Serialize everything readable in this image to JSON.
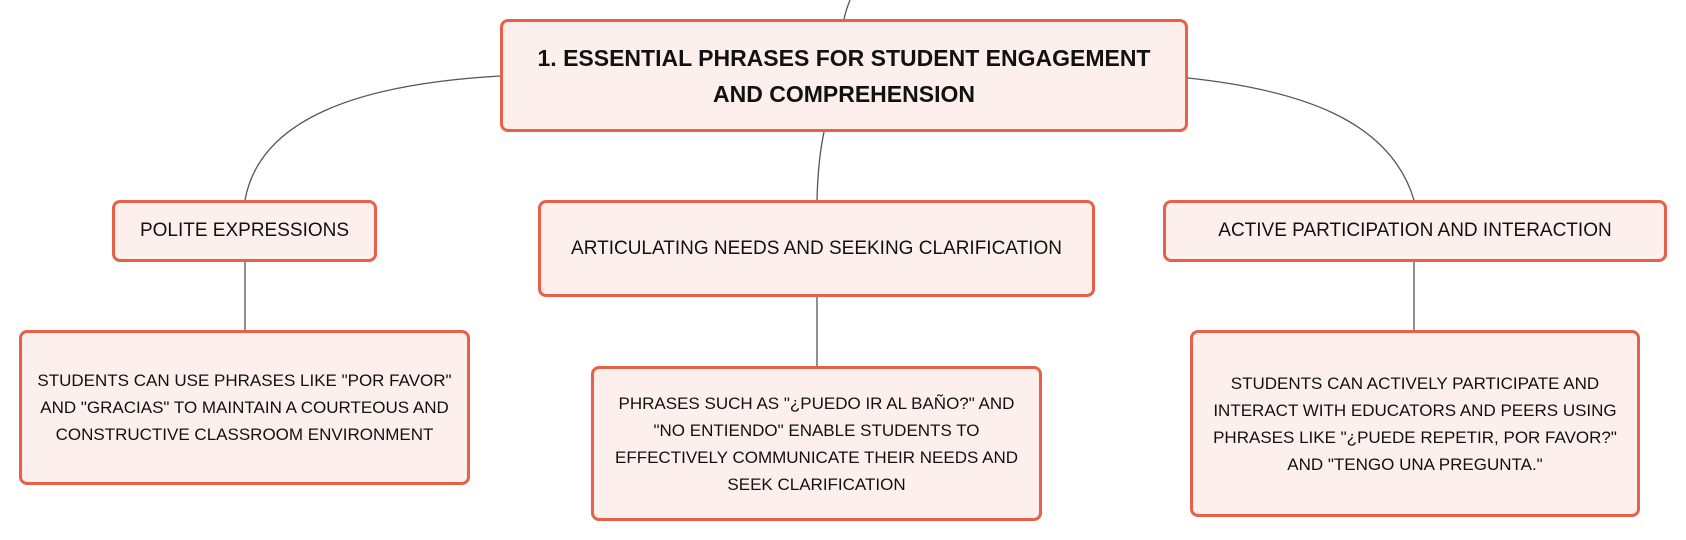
{
  "root": {
    "title": "1. ESSENTIAL PHRASES FOR STUDENT ENGAGEMENT AND COMPREHENSION"
  },
  "branches": [
    {
      "title": "POLITE EXPRESSIONS",
      "detail": "STUDENTS CAN USE PHRASES LIKE \"POR FAVOR\" AND \"GRACIAS\" TO MAINTAIN A COURTEOUS AND CONSTRUCTIVE CLASSROOM ENVIRONMENT"
    },
    {
      "title": "ARTICULATING NEEDS AND SEEKING CLARIFICATION",
      "detail": "PHRASES SUCH AS \"¿PUEDO IR AL BAÑO?\" AND \"NO ENTIENDO\" ENABLE STUDENTS TO EFFECTIVELY COMMUNICATE THEIR NEEDS AND SEEK CLARIFICATION"
    },
    {
      "title": "ACTIVE PARTICIPATION AND INTERACTION",
      "detail": "STUDENTS CAN ACTIVELY PARTICIPATE AND INTERACT WITH EDUCATORS AND PEERS USING PHRASES LIKE \"¿PUEDE REPETIR, POR FAVOR?\" AND \"TENGO UNA PREGUNTA.\""
    }
  ],
  "colors": {
    "node_border": "#e8604a",
    "node_fill": "#fdf0ec",
    "connector": "#555555"
  }
}
